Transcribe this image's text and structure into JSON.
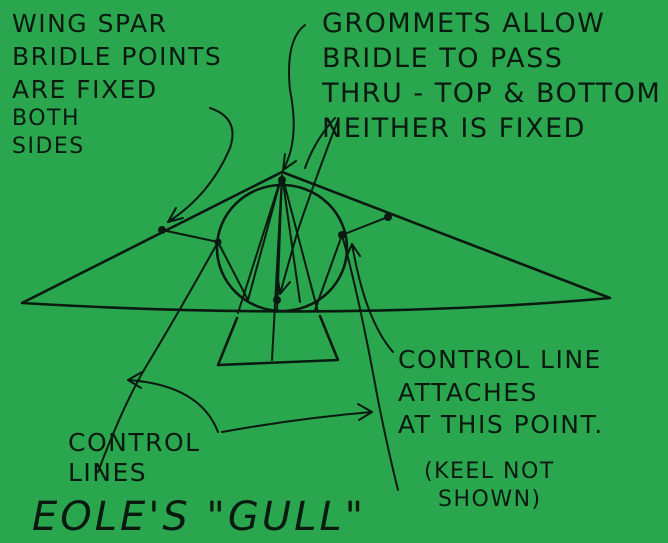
{
  "notes": {
    "wing_spar": [
      "WING SPAR",
      "BRIDLE POINTS",
      "ARE FIXED",
      "BOTH",
      "SIDES"
    ],
    "grommets": [
      "GROMMETS ALLOW",
      "BRIDLE TO PASS",
      "THRU - TOP & BOTTOM",
      "NEITHER IS FIXED"
    ],
    "control_line_attach": [
      "CONTROL LINE",
      "ATTACHES",
      "AT THIS POINT."
    ],
    "control_lines": [
      "CONTROL",
      "LINES"
    ],
    "keel_not_shown": [
      "(KEEL NOT",
      "SHOWN)"
    ]
  },
  "title": "EOLE'S \"GULL\"",
  "colors": {
    "background": "#2aa64f",
    "ink": "#0b1a10"
  }
}
